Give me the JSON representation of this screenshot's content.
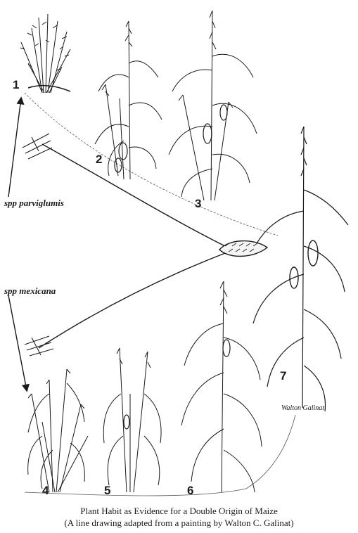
{
  "labels": {
    "ssp_top": "spp parviglumis",
    "ssp_bottom": "spp mexicana"
  },
  "plants": [
    {
      "number": "1"
    },
    {
      "number": "2"
    },
    {
      "number": "3"
    },
    {
      "number": "4"
    },
    {
      "number": "5"
    },
    {
      "number": "6"
    },
    {
      "number": "7"
    }
  ],
  "signature": "Walton Galinat",
  "caption": {
    "line1": "Plant Habit as Evidence for a Double Origin of Maize",
    "line2": "(A line drawing adapted from a painting by Walton C. Galinat)"
  }
}
